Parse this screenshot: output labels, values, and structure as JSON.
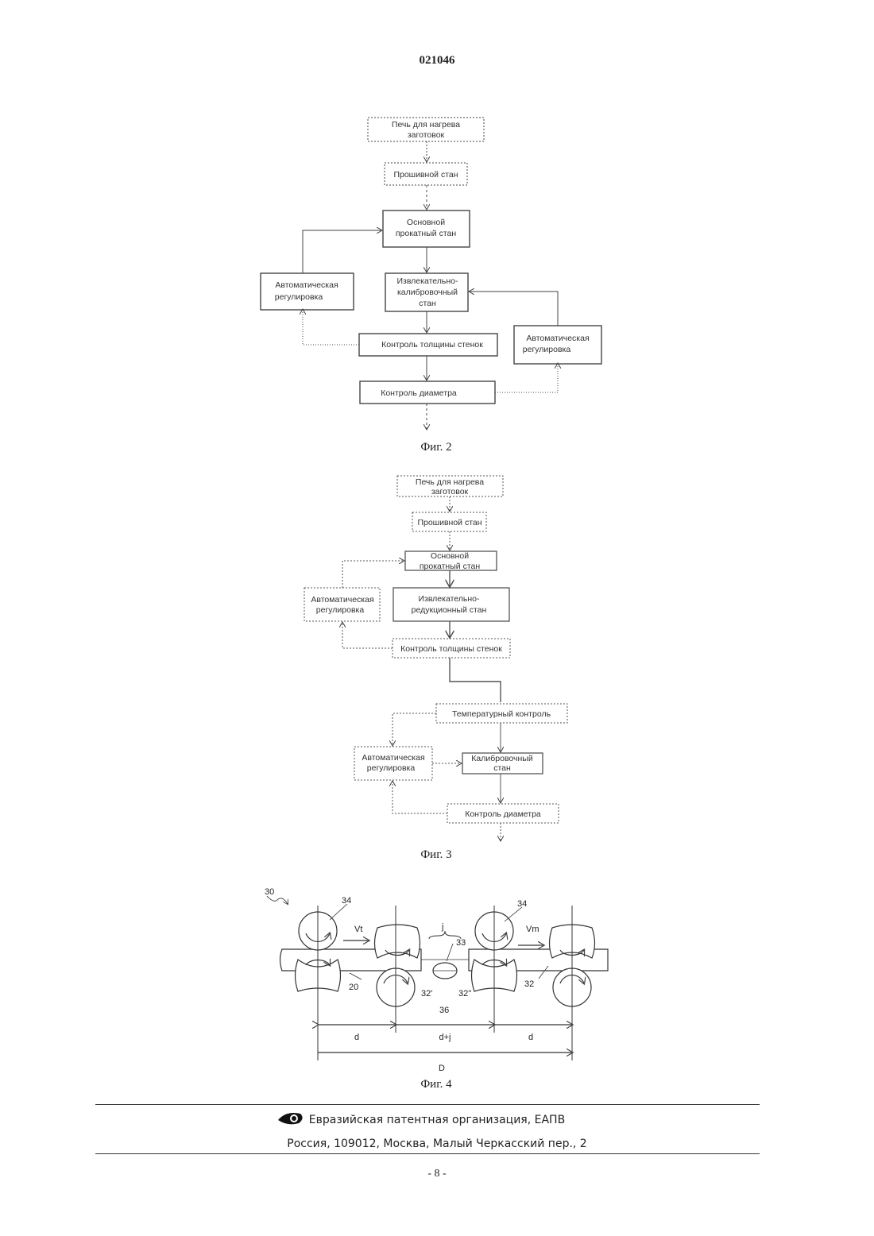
{
  "header": {
    "doc_number": "021046"
  },
  "fig2": {
    "caption": "Фиг. 2",
    "boxes": {
      "furnace_l1": "Печь для нагрева",
      "furnace_l2": "заготовок",
      "piercing": "Прошивной стан",
      "main_l1": "Основной",
      "main_l2": "прокатный стан",
      "auto_left_l1": "Автоматическая",
      "auto_left_l2": "регулировка",
      "extract_l1": "Извлекательно-",
      "extract_l2": "калибровочный",
      "extract_l3": "стан",
      "wall": "Контроль толщины стенок",
      "auto_right_l1": "Автоматическая",
      "auto_right_l2": "регулировка",
      "diameter": "Контроль диаметра"
    }
  },
  "fig3": {
    "caption": "Фиг. 3",
    "boxes": {
      "furnace_l1": "Печь для нагрева",
      "furnace_l2": "заготовок",
      "piercing": "Прошивной стан",
      "main_l1": "Основной",
      "main_l2": "прокатный стан",
      "auto_top_l1": "Автоматическая",
      "auto_top_l2": "регулировка",
      "extract_l1": "Извлекательно-",
      "extract_l2": "редукционный стан",
      "wall": "Контроль толщины стенок",
      "temp": "Температурный контроль",
      "auto_bot_l1": "Автоматическая",
      "auto_bot_l2": "регулировка",
      "sizing_l1": "Калибровочный",
      "sizing_l2": "стан",
      "diameter": "Контроль диаметра"
    }
  },
  "fig4": {
    "caption": "Фиг. 4",
    "labels": {
      "n30": "30",
      "n34a": "34",
      "n34b": "34",
      "vt": "Vt",
      "vm": "Vm",
      "j": "j",
      "n33": "33",
      "n20": "20",
      "n32a": "32'",
      "n32b": "32''",
      "n32": "32",
      "n36": "36",
      "d1": "d",
      "dj": "d+j",
      "d2": "d",
      "D": "D"
    }
  },
  "footer": {
    "org": "Евразийская патентная организация, ЕАПВ",
    "address": "Россия, 109012, Москва, Малый Черкасский пер., 2",
    "page": "- 8 -"
  }
}
